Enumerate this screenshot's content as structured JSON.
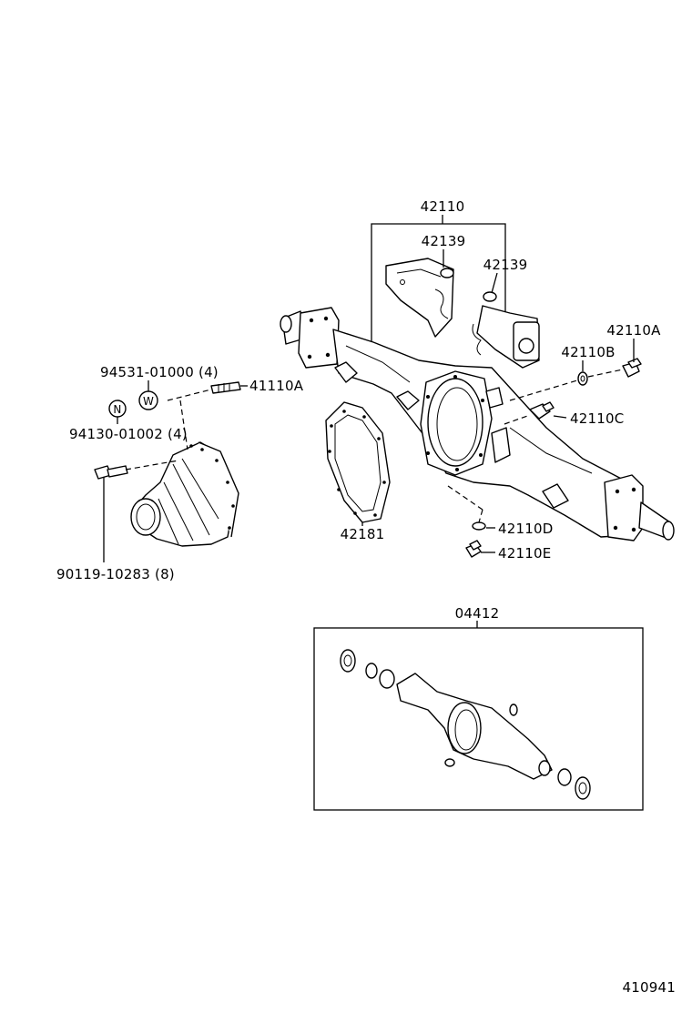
{
  "labels": {
    "p42110": "42110",
    "p42139a": "42139",
    "p42139b": "42139",
    "p42110A": "42110A",
    "p42110B": "42110B",
    "p42110C": "42110C",
    "p42110D": "42110D",
    "p42110E": "42110E",
    "p42181": "42181",
    "p41110A": "41110A",
    "p94531": "94531-01000 (4)",
    "p94130": "94130-01002 (4)",
    "p90119": "90119-10283 (8)",
    "p04412": "04412",
    "markN": "N",
    "markW": "W",
    "figure_number": "410941"
  }
}
